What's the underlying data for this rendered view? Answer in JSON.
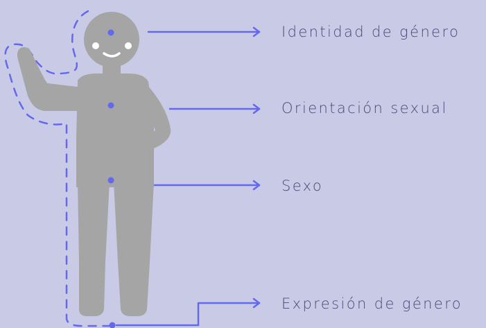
{
  "labels": {
    "gender_identity": "Identidad de género",
    "sexual_orientation": "Orientación sexual",
    "sex": "Sexo",
    "gender_expression": "Expresión de género"
  },
  "colors": {
    "background": "#c9cae6",
    "figure": "#a5a5a5",
    "accent": "#6468ee",
    "text": "#4a4a78",
    "face": "#ffffff"
  }
}
